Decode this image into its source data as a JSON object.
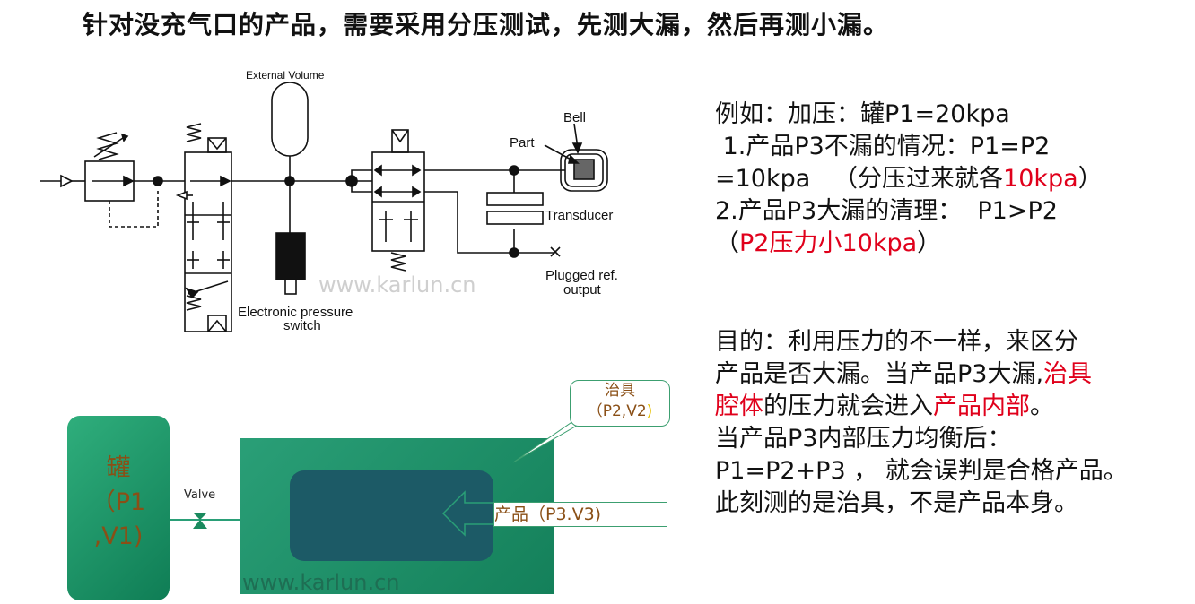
{
  "title": "针对没充气口的产品，需要采用分压测试，先测大漏，然后再测小漏。",
  "schematic": {
    "external_volume": "External Volume",
    "bell": "Bell",
    "part": "Part",
    "transducer": "Transducer",
    "plugged_ref_1": "Plugged ref.",
    "plugged_ref_2": "output",
    "eps_1": "Electronic pressure",
    "eps_2": "switch"
  },
  "watermark": "www.karlun.cn",
  "example": {
    "line1": "例如：加压：罐P1=20kpa",
    "line2": " 1.产品P3不漏的情况：P1=P2",
    "line3a": "=10kpa   （分压过来就各",
    "line3b": "10kpa",
    "line3c": "）",
    "line4": "2.产品P3大漏的清理：  P1>P2",
    "line5a": "（",
    "line5b": "P2压力小10kpa",
    "line5c": "）"
  },
  "purpose": {
    "line1": "目的：利用压力的不一样，来区分",
    "line2a": "产品是否大漏。当产品P3大漏,",
    "line2b": "治具",
    "line3a": "腔体",
    "line3b": "的压力就会进入",
    "line3c": "产品内部",
    "line3d": "。",
    "line4": "当产品P3内部压力均衡后：",
    "line5": "P1=P2+P3 ， 就会误判是合格产品。",
    "line6": "此刻测的是治具，不是产品本身。"
  },
  "tank": {
    "line1": "罐",
    "line2": "（P1",
    "line3": ",V1)"
  },
  "valve_label": "Valve",
  "fixture_label": {
    "line1": "治具",
    "line2": "（P2,V2",
    "line2_end": ")"
  },
  "product_label": "产品（P3.V3)"
}
